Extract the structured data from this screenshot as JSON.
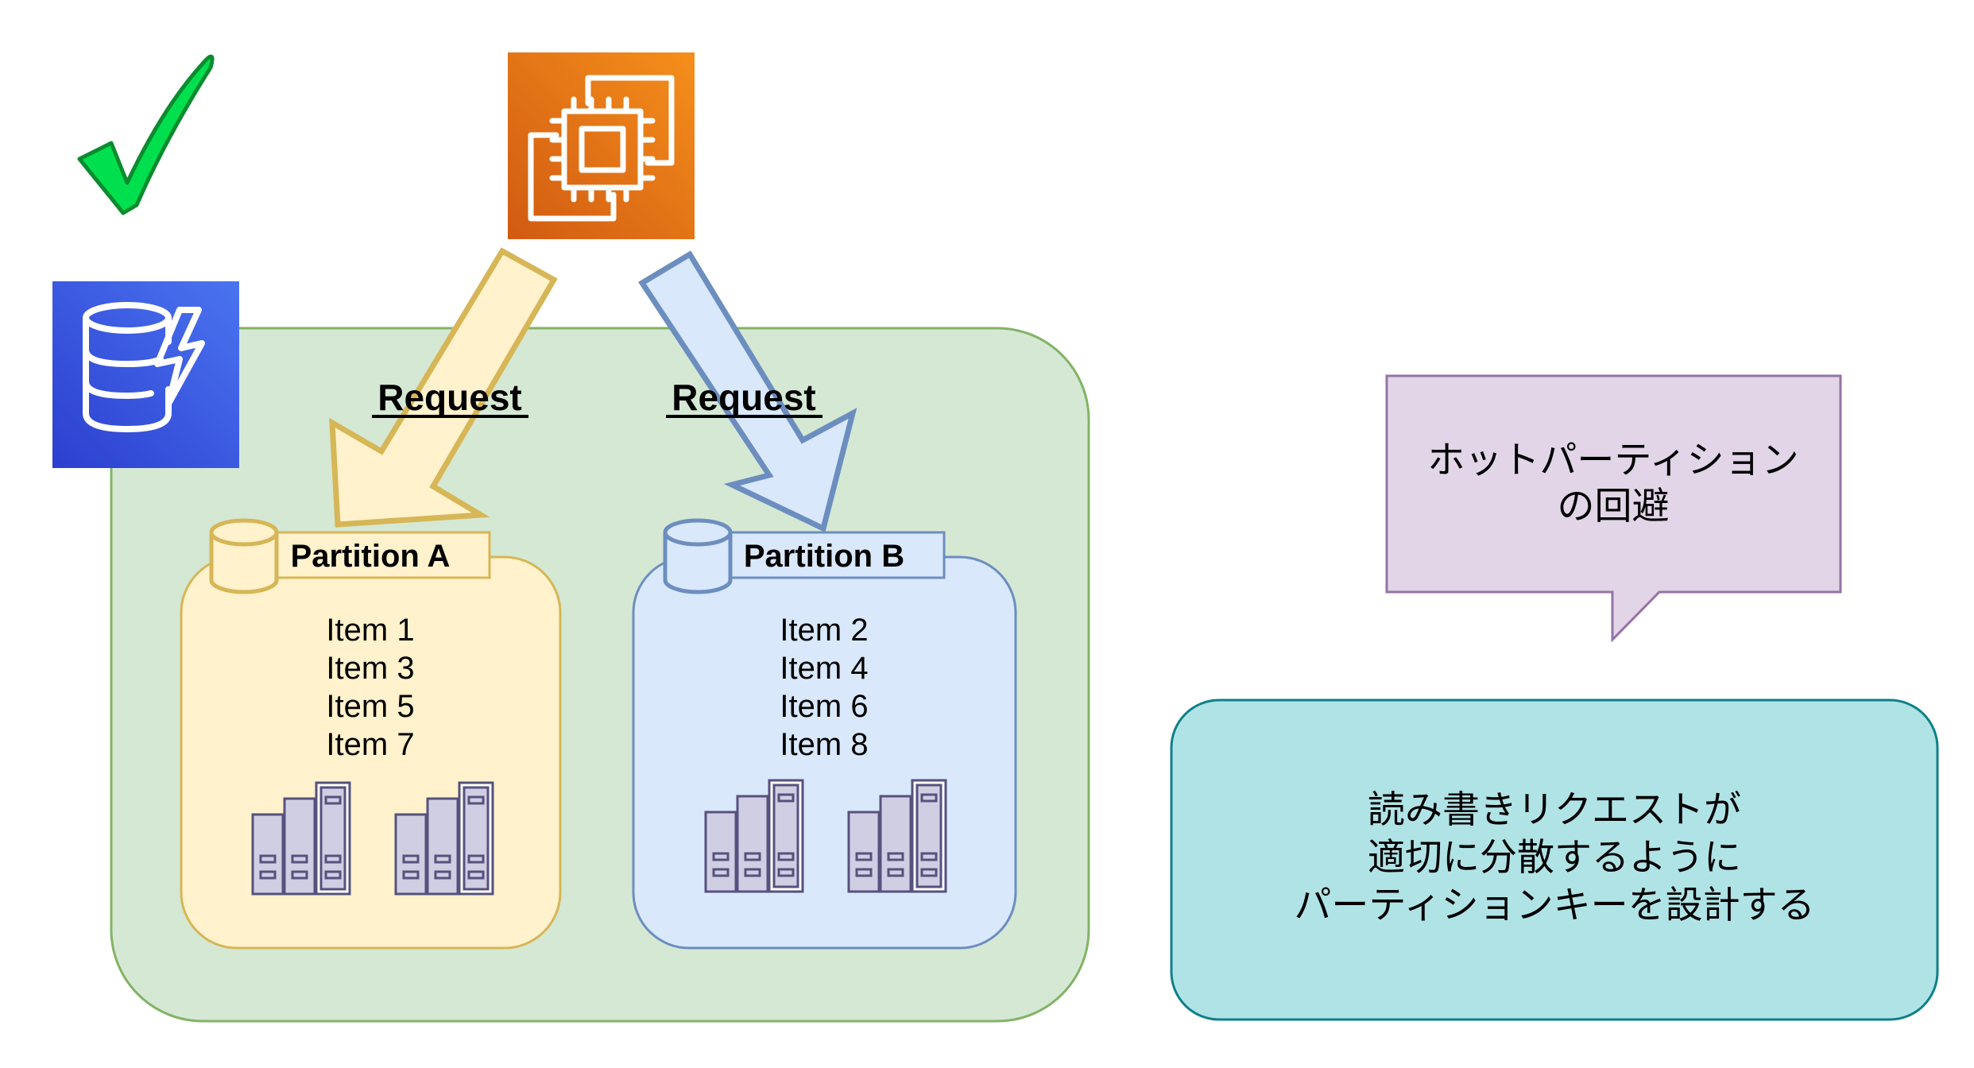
{
  "diagram": {
    "requests": [
      "Request",
      "Request"
    ],
    "partition_a": {
      "label": "Partition A",
      "items": [
        "Item 1",
        "Item 3",
        "Item 5",
        "Item 7"
      ]
    },
    "partition_b": {
      "label": "Partition B",
      "items": [
        "Item 2",
        "Item 4",
        "Item 6",
        "Item 8"
      ]
    },
    "callout": {
      "line1": "ホットパーティション",
      "line2": "の回避"
    },
    "note": {
      "line1": "読み書きリクエストが",
      "line2": "適切に分散するように",
      "line3": "パーティションキーを設計する"
    },
    "icons": {
      "check": "checkmark-icon",
      "dynamodb": "dynamodb-icon",
      "ec2": "ec2-instance-icon",
      "partition": "database-cylinder-icon",
      "servers": "server-rack-icon"
    },
    "colors": {
      "group_fill": "#d5e8d4",
      "group_stroke": "#82b366",
      "partition_a_fill": "#fff2cc",
      "partition_a_stroke": "#d6b656",
      "partition_b_fill": "#dae8fc",
      "partition_b_stroke": "#6c8ebf",
      "callout_fill": "#e1d5e7",
      "callout_stroke": "#9673a6",
      "note_fill": "#b0e3e6",
      "note_stroke": "#0e8088",
      "ec2_orange": "#f58536",
      "dynamodb_blue": "#3b5ce0",
      "check_green": "#00e04f"
    }
  }
}
